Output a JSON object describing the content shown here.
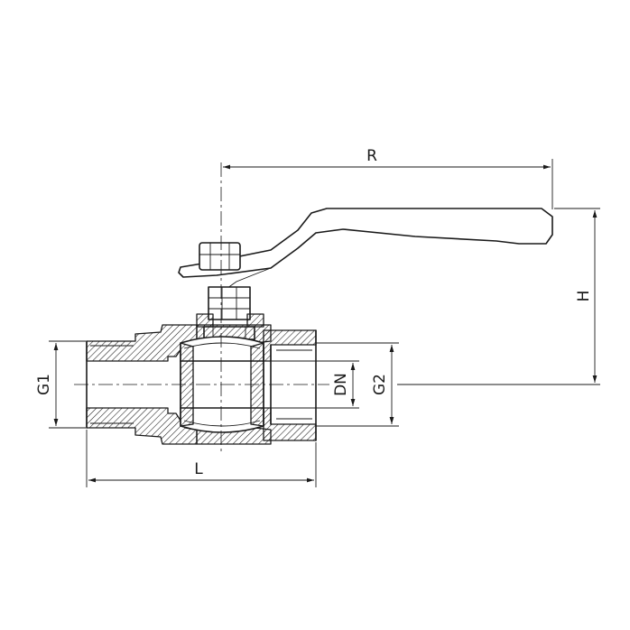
{
  "dimensions": {
    "R": "R",
    "H": "H",
    "G1": "G1",
    "DN": "DN",
    "G2": "G2",
    "L": "L"
  }
}
